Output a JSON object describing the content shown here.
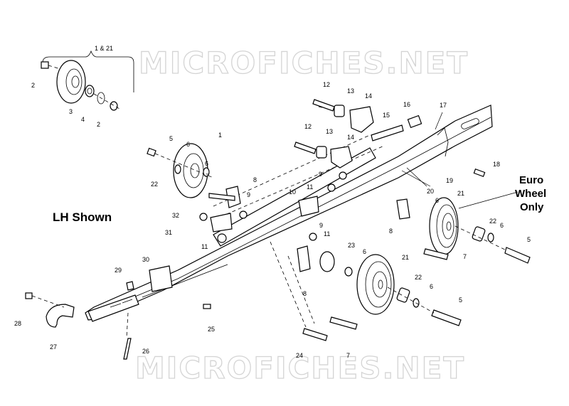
{
  "watermark": "MICROFICHES.NET",
  "labels": {
    "lh_shown": "LH Shown",
    "euro_line1": "Euro",
    "euro_line2": "Wheel",
    "euro_line3": "Only",
    "kit": "1 & 21"
  },
  "callouts": {
    "c1": "1",
    "c2a": "2",
    "c2b": "2",
    "c3": "3",
    "c4": "4",
    "c5a": "5",
    "c5b": "5",
    "c5c": "5",
    "c6a": "6",
    "c6b": "6",
    "c6c": "6",
    "c6d": "6",
    "c6e": "6",
    "c6f": "6",
    "c7a": "7",
    "c7b": "7",
    "c7c": "7",
    "c8a": "8",
    "c8b": "8",
    "c8c": "8",
    "c9a": "9",
    "c9b": "9",
    "c9c": "9",
    "c10": "10",
    "c11a": "11",
    "c11b": "11",
    "c11c": "11",
    "c12a": "12",
    "c12b": "12",
    "c13a": "13",
    "c13b": "13",
    "c14a": "14",
    "c14b": "14",
    "c15": "15",
    "c16": "16",
    "c17": "17",
    "c18": "18",
    "c19": "19",
    "c20": "20",
    "c21a": "21",
    "c21b": "21",
    "c22a": "22",
    "c22b": "22",
    "c22c": "22",
    "c22d": "22",
    "c23": "23",
    "c24": "24",
    "c25": "25",
    "c26": "26",
    "c27": "27",
    "c28": "28",
    "c29": "29",
    "c30": "30",
    "c31": "31",
    "c32": "32"
  }
}
